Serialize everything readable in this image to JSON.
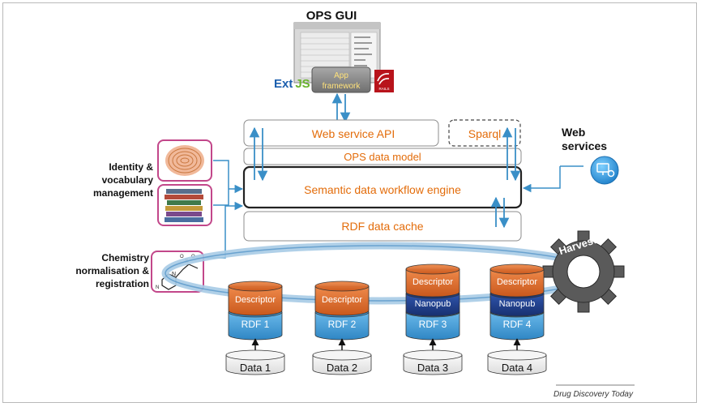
{
  "title": "OPS GUI",
  "gui": {
    "extjs": {
      "ext": "Ext",
      "js": "JS"
    },
    "app_framework": [
      "App",
      "framework"
    ],
    "rails_badge": "RAILS"
  },
  "layers": {
    "web_service_api": "Web service API",
    "sparql": "Sparql",
    "ops_data_model": "OPS data model",
    "semantic_engine": "Semantic data workflow engine",
    "rdf_cache": "RDF data cache"
  },
  "left_labels": {
    "identity": [
      "Identity &",
      "vocabulary",
      "management"
    ],
    "chemistry": [
      "Chemistry",
      "normalisation &",
      "registration"
    ]
  },
  "web_services": [
    "Web",
    "services"
  ],
  "harvester": "Harvester",
  "stores": [
    {
      "top": "Descriptor",
      "middle": "",
      "rdf": "RDF 1",
      "data": "Data 1"
    },
    {
      "top": "Descriptor",
      "middle": "",
      "rdf": "RDF 2",
      "data": "Data 2"
    },
    {
      "top": "Descriptor",
      "middle": "Nanopub",
      "rdf": "RDF 3",
      "data": "Data 3"
    },
    {
      "top": "Descriptor",
      "middle": "Nanopub",
      "rdf": "RDF 4",
      "data": "Data 4"
    }
  ],
  "credit": "Drug Discovery Today",
  "colors": {
    "orange_text": "#e36c0a",
    "arrow_blue": "#3a8fc7",
    "descriptor": "#d9692a",
    "nanopub": "#1f3f8f",
    "rdf": "#4aa3df",
    "magenta_frame": "#c2478a"
  },
  "icons": [
    "fingerprint-icon",
    "books-icon",
    "chemical-structure-icon",
    "cloud-gear-icon",
    "gear-icon"
  ]
}
